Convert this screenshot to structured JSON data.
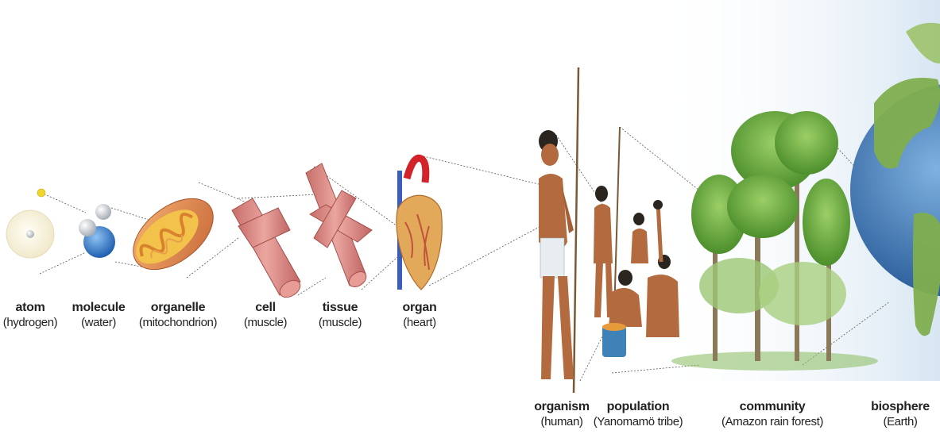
{
  "levels": [
    {
      "name": "atom",
      "example": "(hydrogen)"
    },
    {
      "name": "molecule",
      "example": "(water)"
    },
    {
      "name": "organelle",
      "example": "(mitochondrion)"
    },
    {
      "name": "cell",
      "example": "(muscle)"
    },
    {
      "name": "tissue",
      "example": "(muscle)"
    },
    {
      "name": "organ",
      "example": "(heart)"
    },
    {
      "name": "organism",
      "example": "(human)"
    },
    {
      "name": "population",
      "example": "(Yanomamö tribe)"
    },
    {
      "name": "community",
      "example": "(Amazon rain forest)"
    },
    {
      "name": "biosphere",
      "example": "(Earth)"
    }
  ],
  "colors": {
    "muscle": "#d98a82",
    "organelle": "#e8963f",
    "skin": "#b36a3e",
    "foliage": "#5fa437",
    "ocean": "#3f78b5",
    "land": "#7fae4e"
  }
}
